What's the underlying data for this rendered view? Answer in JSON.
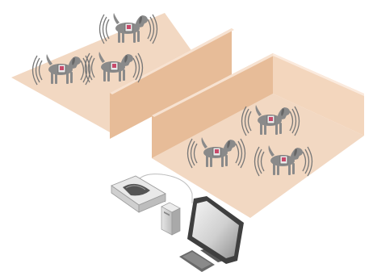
{
  "colors": {
    "floor": "#f2d8c2",
    "floor_edge": "#e9c7aa",
    "wall_front": "#e7bc98",
    "wall_side": "#f3d6bd",
    "wall_top": "#f7e2d1",
    "dog": "#8c8c8c",
    "dog_dark": "#6b6b6b",
    "device": "#c84a6a",
    "signal": "#7a7a7a",
    "monitor_bezel": "#4d4d4d",
    "screen_light": "#f0f0f0",
    "screen_dark": "#9a9a9a",
    "pc": "#d9d9d9",
    "cable": "#bdbdbd"
  },
  "icons": {
    "dog": "dog-with-wearable-sensor-icon",
    "signal": "wireless-signal-icon",
    "receiver": "wireless-receiver-icon",
    "computer": "desktop-computer-icon",
    "monitor": "monitor-icon",
    "keyboard": "keyboard-icon"
  },
  "kennels": [
    {
      "name": "left-kennel",
      "dogs": 3
    },
    {
      "name": "right-kennel",
      "dogs": 3
    }
  ]
}
